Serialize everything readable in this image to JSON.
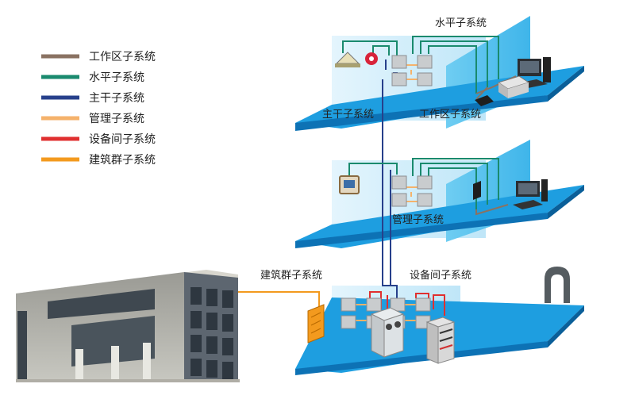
{
  "legend": [
    {
      "label": "工作区子系统",
      "color": "#8a7262"
    },
    {
      "label": "水平子系统",
      "color": "#1a8a6e"
    },
    {
      "label": "主干子系统",
      "color": "#27408b"
    },
    {
      "label": "管理子系统",
      "color": "#f5b26b"
    },
    {
      "label": "设备间子系统",
      "color": "#e03030"
    },
    {
      "label": "建筑群子系统",
      "color": "#f39a1e"
    }
  ],
  "labels": {
    "horizontal": "水平子系统",
    "backbone": "主干子系统",
    "work_area": "工作区子系统",
    "management": "管理子系统",
    "campus": "建筑群子系统",
    "equipment_room": "设备间子系统"
  },
  "colors": {
    "floor": "#1e9ee0",
    "floor_edge": "#0d72b5",
    "wall_light": "#d3eefb",
    "wall_dark": "#54c2ef"
  }
}
